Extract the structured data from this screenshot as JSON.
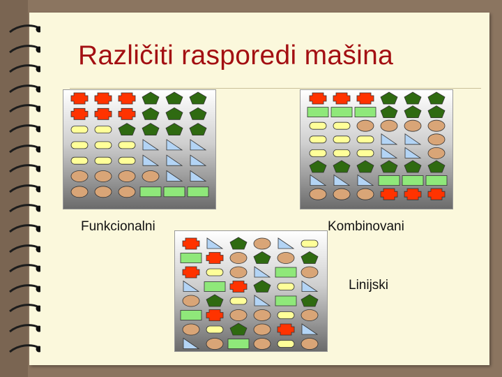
{
  "slide": {
    "title": "Različiti rasporedi mašina"
  },
  "layouts": {
    "functional_label": "Funkcionalni",
    "combined_label": "Kombinovani",
    "linear_label": "Linijski"
  },
  "colors": {
    "title": "#a30f12",
    "red_machine": "#ff3300",
    "green_pentagon": "#2f6a11",
    "green_rect": "#8fe87a",
    "yellow_oval": "#ffff99",
    "tan_oval": "#d9a577",
    "blue_triangle": "#b3d4f5"
  },
  "legend_icons": [
    "red-plus-icon",
    "green-pentagon-icon",
    "green-rectangle-icon",
    "yellow-capsule-icon",
    "tan-oval-icon",
    "blue-triangle-icon"
  ],
  "grids": {
    "functional": [
      [
        "R",
        "R",
        "R",
        "P",
        "P",
        "P"
      ],
      [
        "R",
        "R",
        "R",
        "P",
        "P",
        "P"
      ],
      [
        "Y",
        "Y",
        "P",
        "P",
        "P",
        "P"
      ],
      [
        "Y",
        "Y",
        "Y",
        "T",
        "T",
        "T"
      ],
      [
        "Y",
        "Y",
        "Y",
        "T",
        "T",
        "T"
      ],
      [
        "O",
        "O",
        "O",
        "O",
        "T",
        "T"
      ],
      [
        "O",
        "O",
        "O",
        "G",
        "G",
        "G"
      ]
    ],
    "combined": [
      [
        "R",
        "R",
        "R",
        "P",
        "P",
        "P"
      ],
      [
        "G",
        "G",
        "G",
        "P",
        "P",
        "P"
      ],
      [
        "Y",
        "Y",
        "O",
        "O",
        "O",
        "O"
      ],
      [
        "Y",
        "Y",
        "Y",
        "T",
        "T",
        "O"
      ],
      [
        "Y",
        "Y",
        "Y",
        "T",
        "T",
        "O"
      ],
      [
        "P",
        "P",
        "P",
        "P",
        "P",
        "P"
      ],
      [
        "T",
        "T",
        "T",
        "G",
        "G",
        "G"
      ],
      [
        "O",
        "O",
        "O",
        "R",
        "R",
        "R"
      ]
    ],
    "linear": [
      [
        "R",
        "T",
        "P",
        "O",
        "T",
        "Y"
      ],
      [
        "G",
        "R",
        "O",
        "P",
        "O",
        "P"
      ],
      [
        "R",
        "Y",
        "O",
        "T",
        "G",
        "O"
      ],
      [
        "T",
        "G",
        "R",
        "P",
        "Y",
        "T"
      ],
      [
        "O",
        "P",
        "Y",
        "T",
        "G",
        "P"
      ],
      [
        "G",
        "R",
        "O",
        "O",
        "Y",
        "O"
      ],
      [
        "O",
        "Y",
        "P",
        "O",
        "R",
        "T"
      ],
      [
        "T",
        "O",
        "G",
        "O",
        "Y",
        "O"
      ]
    ]
  }
}
